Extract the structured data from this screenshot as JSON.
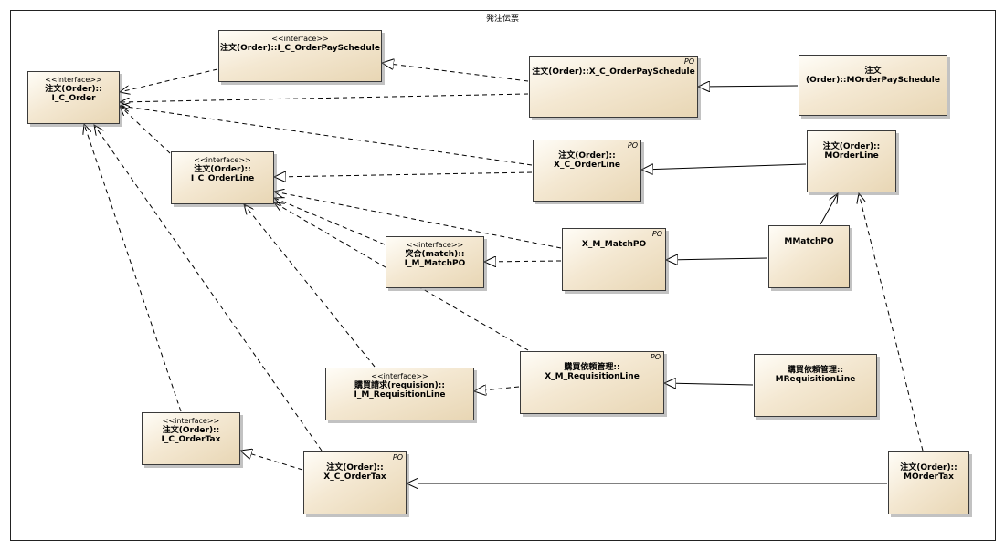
{
  "diagram": {
    "title": "発注伝票",
    "nodes": [
      {
        "id": "i_c_order",
        "stereotype": "<<interface>>",
        "name1": "注文(Order)::",
        "name2": "I_C_Order",
        "tag": ""
      },
      {
        "id": "i_c_orderpayschedule",
        "stereotype": "<<interface>>",
        "name1": "注文(Order)::I_C_OrderPaySchedule",
        "name2": "",
        "tag": ""
      },
      {
        "id": "x_c_orderpayschedule",
        "stereotype": "",
        "name1": "注文(Order)::X_C_OrderPaySchedule",
        "name2": "",
        "tag": "PO"
      },
      {
        "id": "morderpayschedule",
        "stereotype": "",
        "name1": "注文(Order)::MOrderPaySchedule",
        "name2": "",
        "tag": ""
      },
      {
        "id": "i_c_orderline",
        "stereotype": "<<interface>>",
        "name1": "注文(Order)::",
        "name2": "I_C_OrderLine",
        "tag": ""
      },
      {
        "id": "x_c_orderline",
        "stereotype": "",
        "name1": "注文(Order)::",
        "name2": "X_C_OrderLine",
        "tag": "PO"
      },
      {
        "id": "morderline",
        "stereotype": "",
        "name1": "注文(Order)::",
        "name2": "MOrderLine",
        "tag": ""
      },
      {
        "id": "i_m_matchpo",
        "stereotype": "<<interface>>",
        "name1": "突合(match)::",
        "name2": "I_M_MatchPO",
        "tag": ""
      },
      {
        "id": "x_m_matchpo",
        "stereotype": "",
        "name1": "X_M_MatchPO",
        "name2": "",
        "tag": "PO"
      },
      {
        "id": "mmatchpo",
        "stereotype": "",
        "name1": "MMatchPO",
        "name2": "",
        "tag": ""
      },
      {
        "id": "i_m_requisitionline",
        "stereotype": "<<interface>>",
        "name1": "購買請求(requision)::",
        "name2": "I_M_RequisitionLine",
        "tag": ""
      },
      {
        "id": "x_m_requisitionline",
        "stereotype": "",
        "name1": "購買依頼管理::",
        "name2": "X_M_RequisitionLine",
        "tag": "PO"
      },
      {
        "id": "mrequisitionline",
        "stereotype": "",
        "name1": "購買依頼管理::",
        "name2": "MRequisitionLine",
        "tag": ""
      },
      {
        "id": "i_c_ordertax",
        "stereotype": "<<interface>>",
        "name1": "注文(Order)::",
        "name2": "I_C_OrderTax",
        "tag": ""
      },
      {
        "id": "x_c_ordertax",
        "stereotype": "",
        "name1": "注文(Order)::",
        "name2": "X_C_OrderTax",
        "tag": "PO"
      },
      {
        "id": "mordertax",
        "stereotype": "",
        "name1": "注文(Order)::",
        "name2": "MOrderTax",
        "tag": ""
      }
    ],
    "edges": [
      {
        "from": "i_c_orderpayschedule",
        "to": "i_c_order",
        "kind": "dependency"
      },
      {
        "from": "x_c_orderpayschedule",
        "to": "i_c_orderpayschedule",
        "kind": "realization"
      },
      {
        "from": "x_c_orderpayschedule",
        "to": "i_c_order",
        "kind": "dependency"
      },
      {
        "from": "morderpayschedule",
        "to": "x_c_orderpayschedule",
        "kind": "generalization"
      },
      {
        "from": "i_c_orderline",
        "to": "i_c_order",
        "kind": "dependency"
      },
      {
        "from": "x_c_orderline",
        "to": "i_c_order",
        "kind": "dependency"
      },
      {
        "from": "x_c_orderline",
        "to": "i_c_orderline",
        "kind": "realization"
      },
      {
        "from": "morderline",
        "to": "x_c_orderline",
        "kind": "generalization"
      },
      {
        "from": "x_m_matchpo",
        "to": "i_c_orderline",
        "kind": "dependency"
      },
      {
        "from": "i_m_matchpo",
        "to": "i_c_orderline",
        "kind": "dependency"
      },
      {
        "from": "x_m_matchpo",
        "to": "i_m_matchpo",
        "kind": "realization"
      },
      {
        "from": "mmatchpo",
        "to": "x_m_matchpo",
        "kind": "generalization"
      },
      {
        "from": "mmatchpo",
        "to": "morderline",
        "kind": "association"
      },
      {
        "from": "x_m_requisitionline",
        "to": "i_c_orderline",
        "kind": "dependency"
      },
      {
        "from": "i_m_requisitionline",
        "to": "i_c_orderline",
        "kind": "dependency"
      },
      {
        "from": "x_m_requisitionline",
        "to": "i_m_requisitionline",
        "kind": "realization"
      },
      {
        "from": "mrequisitionline",
        "to": "x_m_requisitionline",
        "kind": "generalization"
      },
      {
        "from": "i_c_ordertax",
        "to": "i_c_order",
        "kind": "dependency"
      },
      {
        "from": "x_c_ordertax",
        "to": "i_c_order",
        "kind": "dependency"
      },
      {
        "from": "x_c_ordertax",
        "to": "i_c_ordertax",
        "kind": "realization"
      },
      {
        "from": "mordertax",
        "to": "x_c_ordertax",
        "kind": "generalization"
      },
      {
        "from": "mordertax",
        "to": "morderline",
        "kind": "dependency"
      }
    ]
  }
}
